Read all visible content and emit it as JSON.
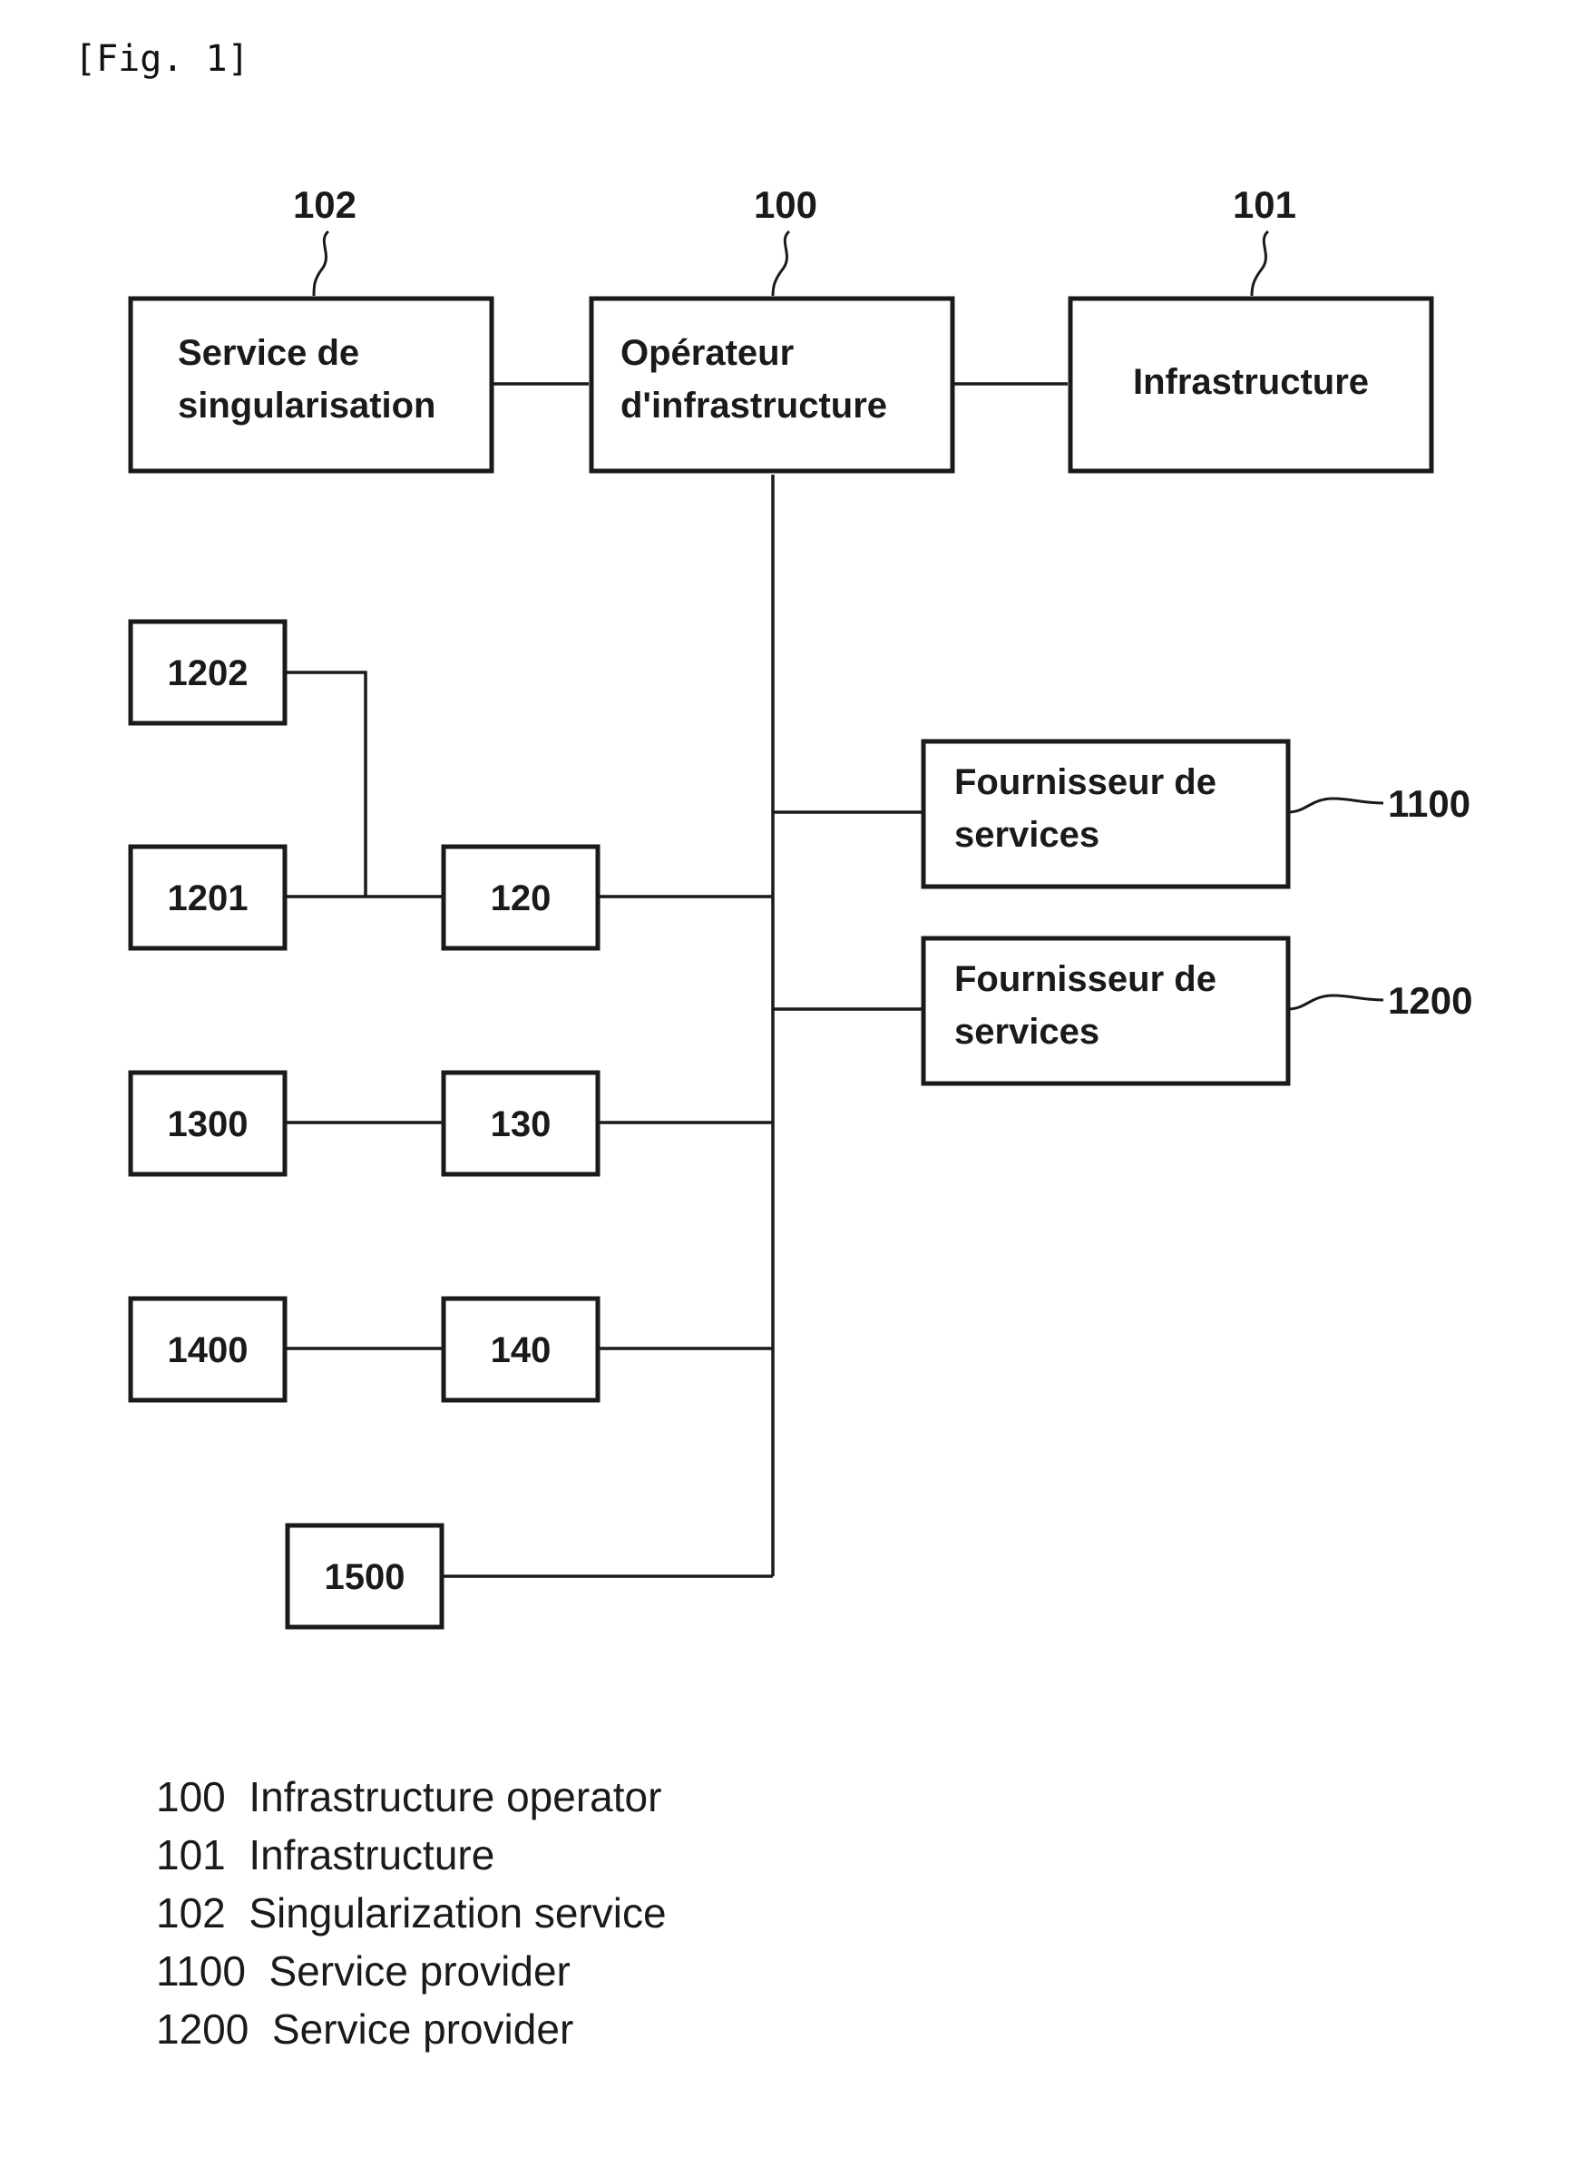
{
  "figure_label": "[Fig. 1]",
  "refs": {
    "r102": "102",
    "r100": "100",
    "r101": "101",
    "r1100": "1100",
    "r1200": "1200"
  },
  "boxes": {
    "singularisation": [
      "Service de",
      "singularisation"
    ],
    "operateur": [
      "Opérateur",
      "d'infrastructure"
    ],
    "infrastructure": [
      "Infrastructure"
    ],
    "fournisseur_1100": [
      "Fournisseur de",
      "services"
    ],
    "fournisseur_1200": [
      "Fournisseur de",
      "services"
    ],
    "b1202": "1202",
    "b1201": "1201",
    "b120": "120",
    "b1300": "1300",
    "b130": "130",
    "b1400": "1400",
    "b140": "140",
    "b1500": "1500"
  },
  "legend": [
    {
      "num": "100",
      "text": "Infrastructure operator"
    },
    {
      "num": "101",
      "text": "Infrastructure"
    },
    {
      "num": "102",
      "text": "Singularization service"
    },
    {
      "num": "1100",
      "text": "Service provider"
    },
    {
      "num": "1200",
      "text": "Service provider"
    }
  ]
}
